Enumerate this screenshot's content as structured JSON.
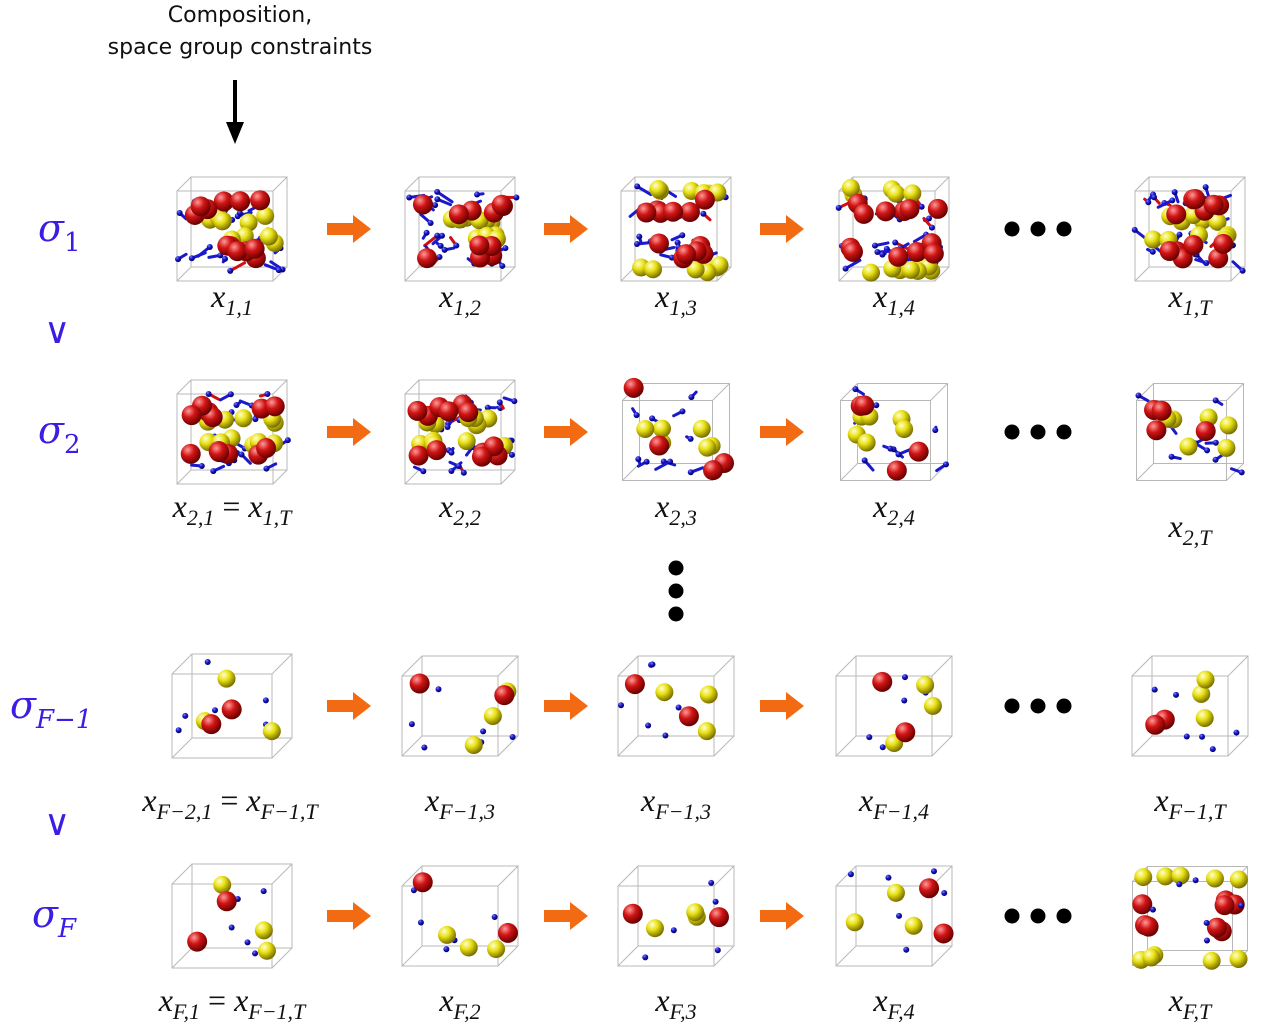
{
  "input_caption": {
    "line1": "Composition,",
    "line2": "space group constraints"
  },
  "sigma_labels": [
    {
      "base": "σ",
      "sub": "1"
    },
    {
      "base": "σ",
      "sub": "2"
    },
    {
      "base": "σ",
      "sub": "F−1"
    },
    {
      "base": "σ",
      "sub": "F"
    }
  ],
  "order_symbol": "∨",
  "ellipsis": "•••",
  "rows": [
    {
      "labels": [
        "x1,1",
        "x1,2",
        "x1,3",
        "x1,4",
        "x1,T"
      ]
    },
    {
      "labels": [
        "x2,1 = x1,T",
        "x2,2",
        "x2,3",
        "x2,4",
        "x2,T"
      ]
    },
    {
      "labels": [
        "xF−2,1 = xF−1,T",
        "xF−1,3",
        "xF−1,3",
        "xF−1,4",
        "xF−1,T"
      ]
    },
    {
      "labels": [
        "xF,1 = xF−1,T",
        "xF,2",
        "xF,3",
        "xF,4",
        "xF,T"
      ]
    }
  ],
  "colors": {
    "sigma": "#3a1ee6",
    "arrow": "#f26b12",
    "atom_red": "#d11515",
    "atom_yellow": "#e8e012",
    "atom_blue": "#1a1acc",
    "cell_edge": "#b8b8b8"
  },
  "atom_types": [
    "red-sphere",
    "yellow-sphere",
    "small-blue-sphere"
  ]
}
